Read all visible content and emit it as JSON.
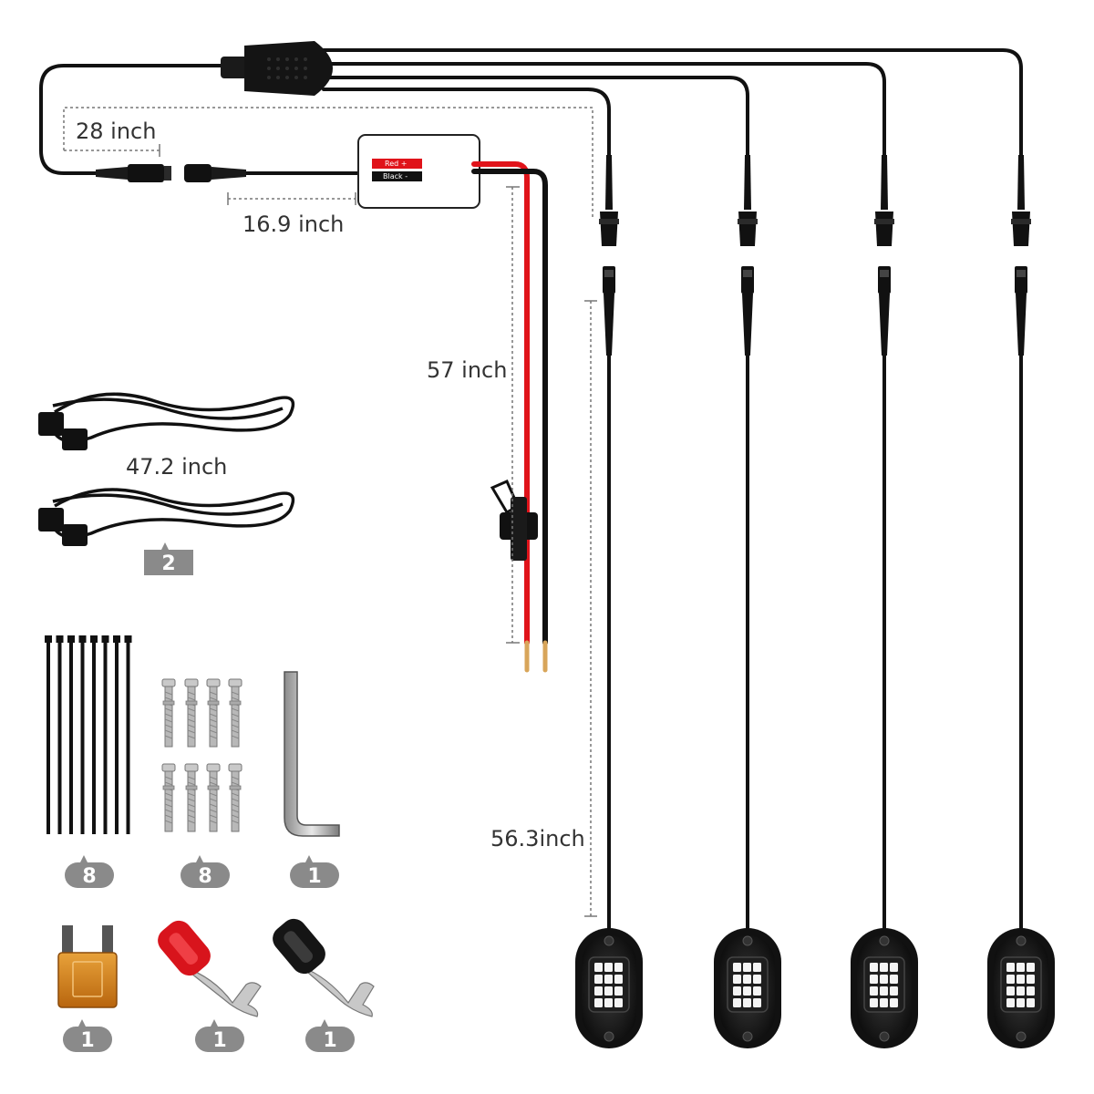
{
  "dimensions": {
    "main_to_left": "28 inch",
    "switch_lead": "16.9 inch",
    "power_lead": "57 inch",
    "extension": "47.2 inch",
    "pod_lead": "56.3inch"
  },
  "controller_labels": {
    "red": "Red +",
    "black": "Black -"
  },
  "quantities": {
    "extension_cables": "2",
    "cable_ties": "8",
    "screws": "8",
    "hex_key": "1",
    "fuse": "1",
    "red_terminal": "1",
    "black_terminal": "1"
  },
  "colors": {
    "cable": "#111111",
    "red_wire": "#e0131a",
    "badge": "#8a8a8a",
    "dim_line": "#777777",
    "fuse": "#d9881c"
  }
}
